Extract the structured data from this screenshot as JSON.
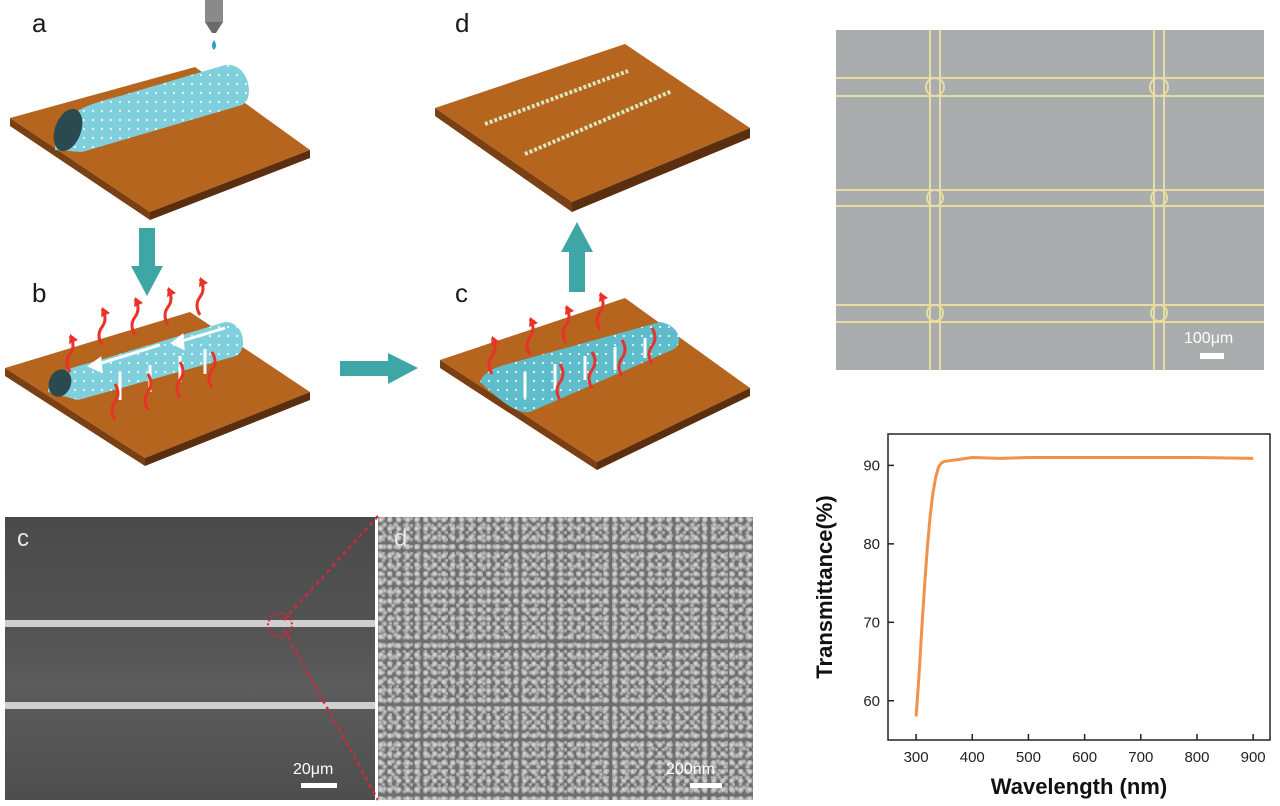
{
  "schematic": {
    "labels": {
      "a": "a",
      "b": "b",
      "c": "c",
      "d": "d"
    }
  },
  "micrograph": {
    "scale_label": "100μm"
  },
  "sem": {
    "left": {
      "label": "c",
      "scale_label": "20μm"
    },
    "right": {
      "label": "d",
      "scale_label": "200nm"
    }
  },
  "colors": {
    "substrate_top": "#b5651d",
    "substrate_side": "#5a2e0e",
    "droplet": "#7fd0dc",
    "flow_arrow": "#3ea7a6",
    "heat_arrow": "#e8322a",
    "curve": "#f0924a",
    "micrograph_bg": "#a9adae",
    "grid_line": "#e8dca0"
  },
  "chart_data": {
    "type": "line",
    "xlabel": "Wavelength (nm)",
    "ylabel": "Transmittance(%)",
    "xlim": [
      250,
      930
    ],
    "ylim": [
      55,
      94
    ],
    "xticks": [
      300,
      400,
      500,
      600,
      700,
      800,
      900
    ],
    "yticks": [
      60,
      70,
      80,
      90
    ],
    "series": [
      {
        "x": [
          300,
          305,
          310,
          315,
          320,
          325,
          330,
          335,
          340,
          345,
          350,
          360,
          380,
          400,
          450,
          500,
          600,
          700,
          800,
          900
        ],
        "values": [
          58,
          63,
          69,
          74.5,
          79.5,
          83.5,
          86.5,
          88.5,
          89.8,
          90.3,
          90.5,
          90.6,
          90.8,
          91,
          90.9,
          91,
          91,
          91,
          91,
          90.9
        ]
      }
    ]
  }
}
